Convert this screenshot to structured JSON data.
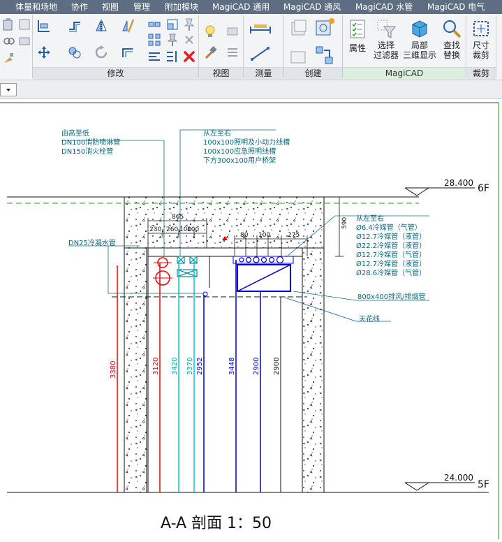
{
  "ribbon": {
    "tabs": [
      "体量和场地",
      "协作",
      "视图",
      "管理",
      "附加模块",
      "MagiCAD 通用",
      "MagiCAD 通风",
      "MagiCAD 水管",
      "MagiCAD 电气"
    ],
    "panels": {
      "modify": "修改",
      "view": "视图",
      "measure": "测量",
      "create": "创建",
      "magicad": "MagiCAD",
      "crop": "裁剪"
    },
    "buttons": {
      "properties": "属性",
      "select_filter_1": "选择",
      "select_filter_2": "过滤器",
      "local_3d_1": "局部",
      "local_3d_2": "三维显示",
      "find_replace_1": "查找",
      "find_replace_2": "替换",
      "size_crop_1": "尺寸",
      "size_crop_2": "裁剪"
    }
  },
  "drawing": {
    "title": "A-A 剖面 1：50",
    "level_top": {
      "value": "28.400",
      "floor": "6F"
    },
    "level_bottom": {
      "value": "24.000",
      "floor": "5F"
    },
    "note_left": [
      "由高至低",
      "DN100消防喷淋管",
      "DN150消火栓管"
    ],
    "note_mid": [
      "从左至右",
      "100x100照明及小动力线槽",
      "100x100应急照明线槽",
      "下方300x100用户桥架"
    ],
    "note_right": [
      "从左至右",
      "Ø6.4冷媒管（气管）",
      "Ø12.7冷媒管（液管）",
      "Ø22.2冷媒管（液管）",
      "Ø12.7冷媒管（气管）",
      "Ø12.7冷媒管（液管）",
      "Ø28.6冷媒管（气管）"
    ],
    "note_condensate": "DN25冷凝水管",
    "note_duct": "800x400排风/排烟管",
    "note_ceiling": "天花线",
    "dims_top": {
      "d865": "865",
      "d230": "230",
      "d260": "260",
      "d100": "100",
      "d100b": "100",
      "d80": "80",
      "d100c": "100",
      "d275": "275",
      "d590": "590"
    },
    "dims_vertical": [
      "3380",
      "3120",
      "3420",
      "3370",
      "2952",
      "3448",
      "2900",
      "2900"
    ],
    "colors": {
      "blue": "#0000cc",
      "cyan": "#00cccc",
      "red": "#ee0000",
      "green_dash": "#1a9a1a",
      "teal_text": "#0a6a80"
    }
  }
}
